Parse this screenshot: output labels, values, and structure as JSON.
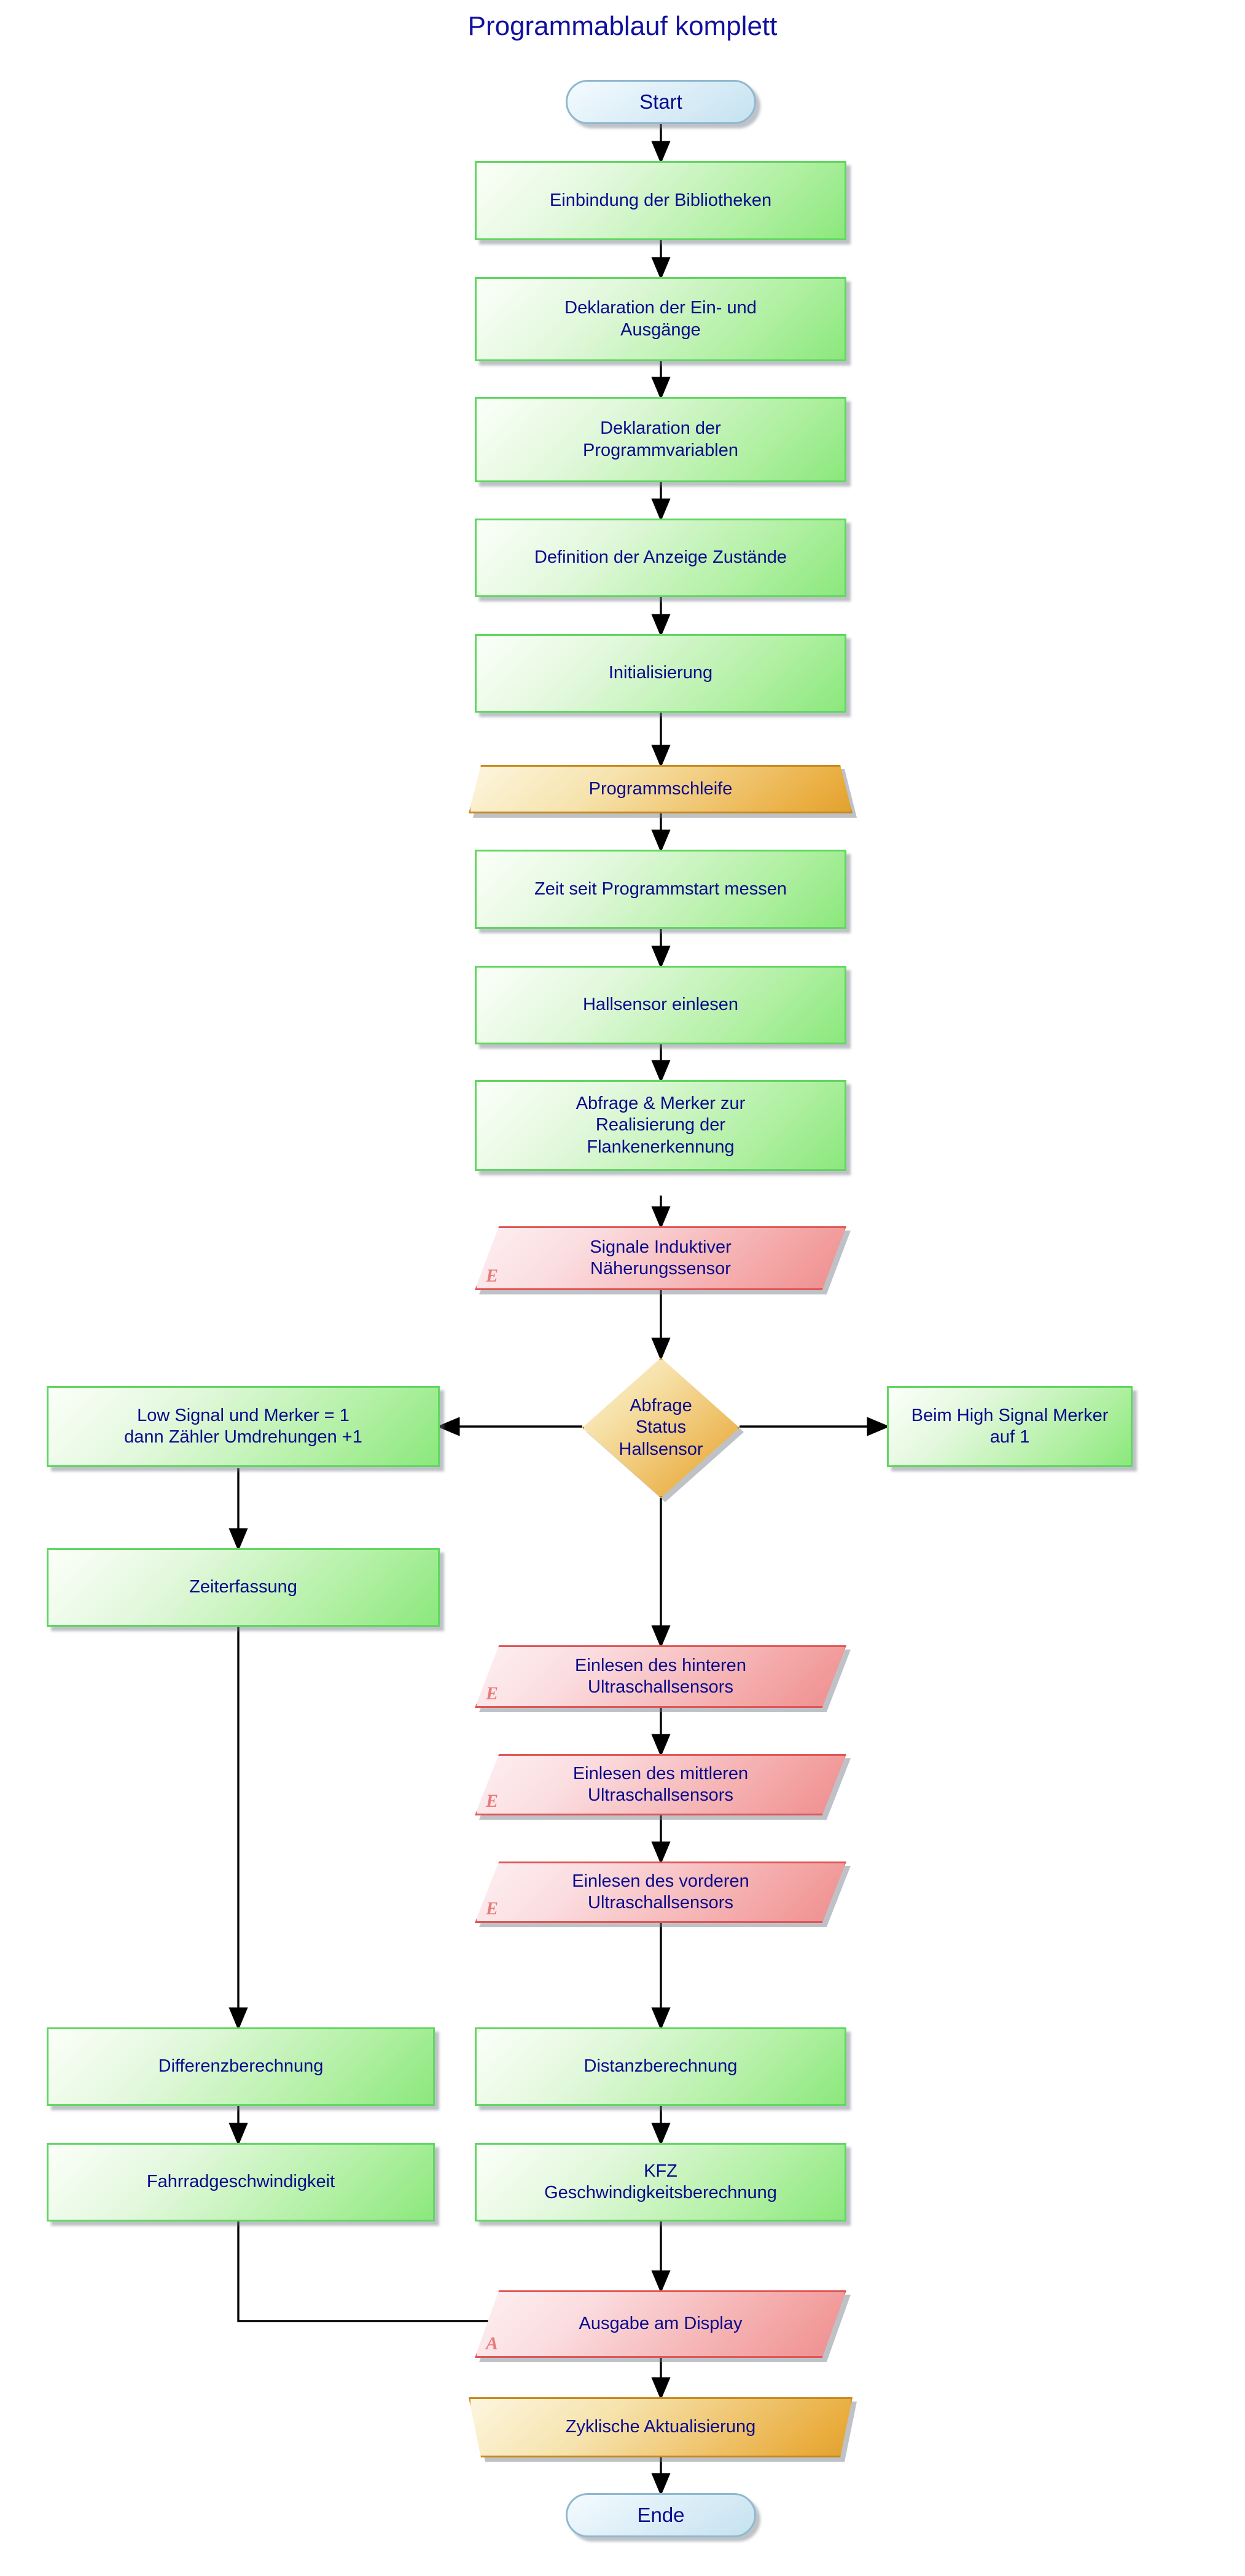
{
  "title": "Programmablauf komplett",
  "colors": {
    "text": "#0a0a8c",
    "title": "#11119e",
    "process_border": "#61d761",
    "process_fill": "#b2f0a4",
    "io_border": "#e05757",
    "io_fill": "#f4a8a8",
    "loop_border": "#c8881a",
    "loop_fill": "#eaad3f",
    "terminator_border": "#8fb8cf",
    "terminator_fill": "#c5e2f0",
    "io_tag": "#e87a7a",
    "edge": "#000000"
  },
  "nodes": {
    "start": {
      "label": "Start",
      "type": "terminator"
    },
    "libs": {
      "label": "Einbindung der Bibliotheken",
      "type": "process"
    },
    "io_decl": {
      "label": "Deklaration der Ein- und\nAusgänge",
      "type": "process"
    },
    "var_decl": {
      "label": "Deklaration der\nProgrammvariablen",
      "type": "process"
    },
    "display_states": {
      "label": "Definition der Anzeige Zustände",
      "type": "process"
    },
    "init": {
      "label": "Initialisierung",
      "type": "process"
    },
    "loop_start": {
      "label": "Programmschleife",
      "type": "loop-start"
    },
    "time_measure": {
      "label": "Zeit seit Programmstart messen",
      "type": "process"
    },
    "hall_read": {
      "label": "Hallsensor einlesen",
      "type": "process"
    },
    "edge_detect": {
      "label": "Abfrage & Merker zur\nRealisierung der\nFlankenerkennung",
      "type": "process"
    },
    "inductive": {
      "label": "Signale Induktiver\nNäherungssensor",
      "type": "io",
      "tag": "E"
    },
    "decision": {
      "label": "Abfrage\nStatus Hallsensor",
      "type": "decision"
    },
    "low_signal": {
      "label": "Low Signal und Merker = 1\ndann Zähler Umdrehungen +1",
      "type": "process"
    },
    "high_signal": {
      "label": "Beim High Signal Merker\nauf 1",
      "type": "process"
    },
    "time_capture": {
      "label": "Zeiterfassung",
      "type": "process"
    },
    "us_rear": {
      "label": "Einlesen des hinteren\nUltraschallsensors",
      "type": "io",
      "tag": "E"
    },
    "us_mid": {
      "label": "Einlesen des mittleren\nUltraschallsensors",
      "type": "io",
      "tag": "E"
    },
    "us_front": {
      "label": "Einlesen des vorderen\nUltraschallsensors",
      "type": "io",
      "tag": "E"
    },
    "diff_calc": {
      "label": "Differenzberechnung",
      "type": "process"
    },
    "dist_calc": {
      "label": "Distanzberechnung",
      "type": "process"
    },
    "bike_speed": {
      "label": "Fahrradgeschwindigkeit",
      "type": "process"
    },
    "kfz_speed": {
      "label": "KFZ\nGeschwindigkeitsberechnung",
      "type": "process"
    },
    "display_out": {
      "label": "Ausgabe am Display",
      "type": "io",
      "tag": "A"
    },
    "loop_end": {
      "label": "Zyklische Aktualisierung",
      "type": "loop-end"
    },
    "end": {
      "label": "Ende",
      "type": "terminator"
    }
  }
}
